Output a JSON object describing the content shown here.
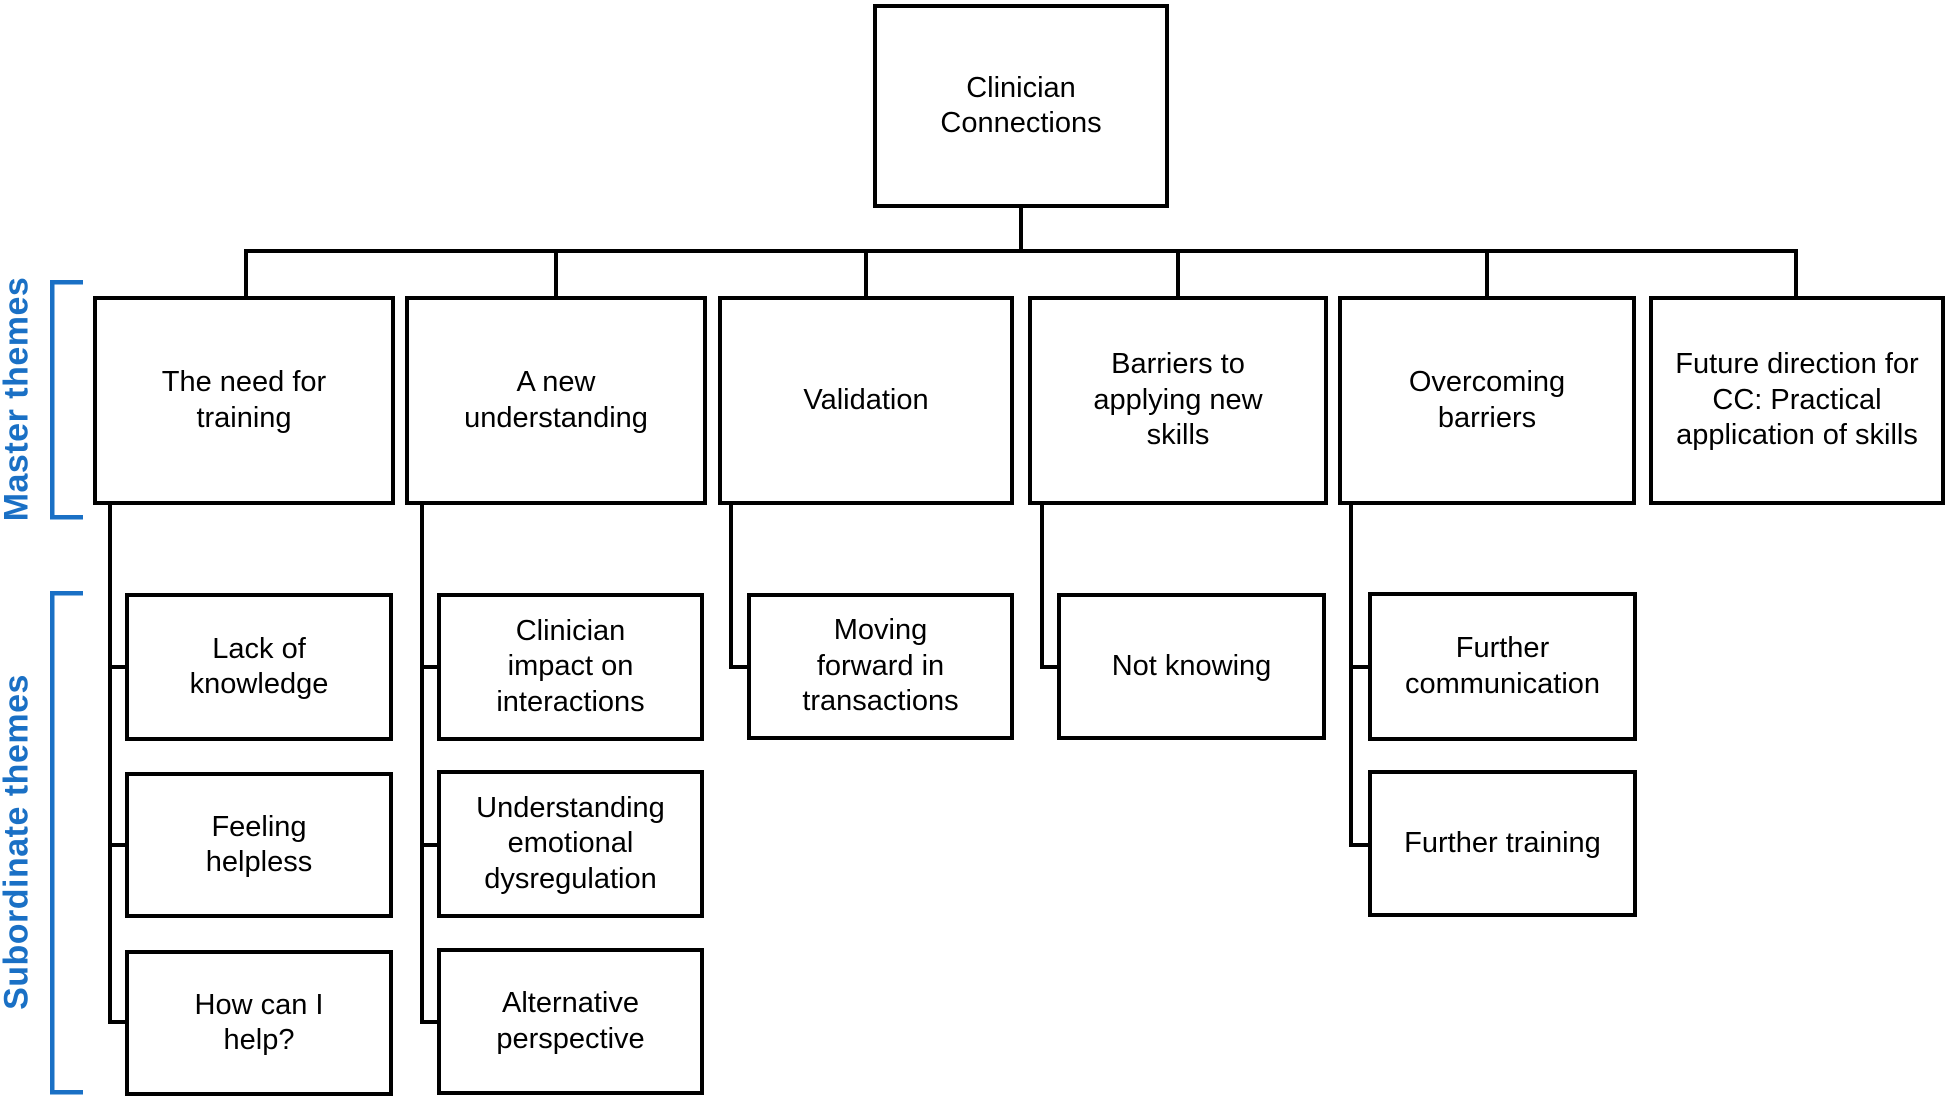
{
  "title": "Clinician Connections",
  "colors": {
    "accent_blue": "#1a70c5",
    "line_black": "#000000",
    "background": "#ffffff"
  },
  "group_labels": {
    "master": "Master themes",
    "subordinate": "Subordinate themes"
  },
  "tree": {
    "root": {
      "label": "Clinician Connections"
    },
    "masters": [
      {
        "label": "The need for training",
        "children": [
          {
            "label": "Lack of knowledge"
          },
          {
            "label": "Feeling helpless"
          },
          {
            "label": "How can I help?"
          }
        ]
      },
      {
        "label": "A new understanding",
        "children": [
          {
            "label": "Clinician impact on interactions"
          },
          {
            "label": "Understanding emotional dysregulation"
          },
          {
            "label": "Alternative perspective"
          }
        ]
      },
      {
        "label": "Validation",
        "children": [
          {
            "label": "Moving forward in transactions"
          }
        ]
      },
      {
        "label": "Barriers to applying new skills",
        "children": [
          {
            "label": "Not knowing"
          }
        ]
      },
      {
        "label": "Overcoming barriers",
        "children": [
          {
            "label": "Further communication"
          },
          {
            "label": "Further training"
          }
        ]
      },
      {
        "label": "Future direction for CC: Practical application of skills",
        "children": []
      }
    ]
  }
}
